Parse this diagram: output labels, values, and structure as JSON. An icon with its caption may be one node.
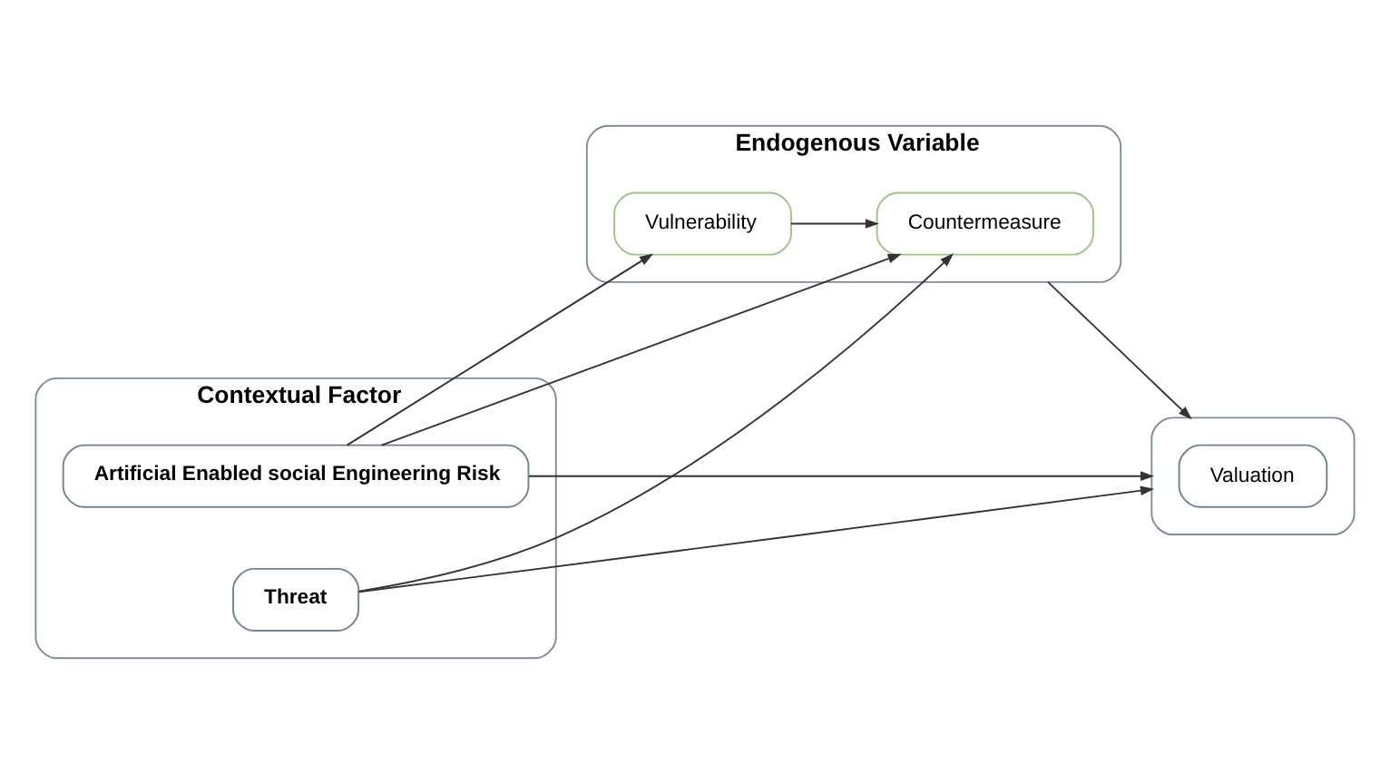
{
  "diagram": {
    "nodes": [
      {
        "text": [
          "Contextual Factor"
        ]
      },
      {
        "text": [
          "Artificial Enabled social Engineering Risk"
        ],
        "in": 0
      },
      {
        "text": [
          "Threat"
        ],
        "in": 0
      },
      {
        "text": [
          "Endogenous Variable"
        ]
      },
      {
        "text": [
          "Vulnerability"
        ],
        "in": 3
      },
      {
        "text": [
          "Countermeasure"
        ],
        "in": 3
      },
      {
        "text": [],
        "shape": "box"
      },
      {
        "text": [
          "Valuation"
        ],
        "in": 6
      }
    ],
    "edges": [
      {
        "from": 1,
        "to": 6,
        "arrow": "to"
      },
      {
        "from": 1,
        "to": 5,
        "arrow": "to"
      },
      {
        "from": 1,
        "to": 4,
        "arrow": "to"
      },
      {
        "from": 4,
        "to": 5,
        "arrow": "to"
      },
      {
        "from": 3,
        "to": 6,
        "arrow": "to"
      },
      {
        "from": 2,
        "to": 5,
        "arrow": "to"
      },
      {
        "from": 2,
        "to": 6,
        "arrow": "to"
      }
    ]
  }
}
